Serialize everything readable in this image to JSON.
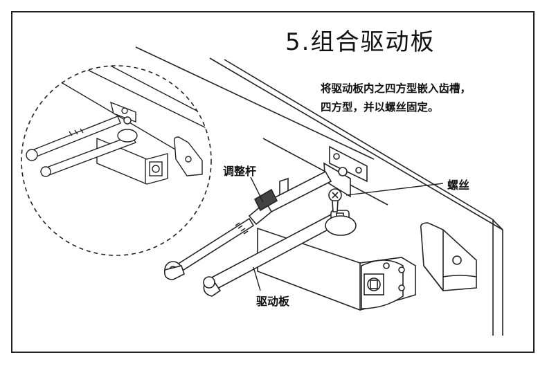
{
  "title": "5.组合驱动板",
  "instruction": {
    "line1": "将驱动板内之四方型嵌入齿槽，",
    "line2": "四方型，并以螺丝固定。"
  },
  "labels": {
    "adjust_rod": "调整杆",
    "screw": "螺丝",
    "drive_plate": "驱动板"
  }
}
